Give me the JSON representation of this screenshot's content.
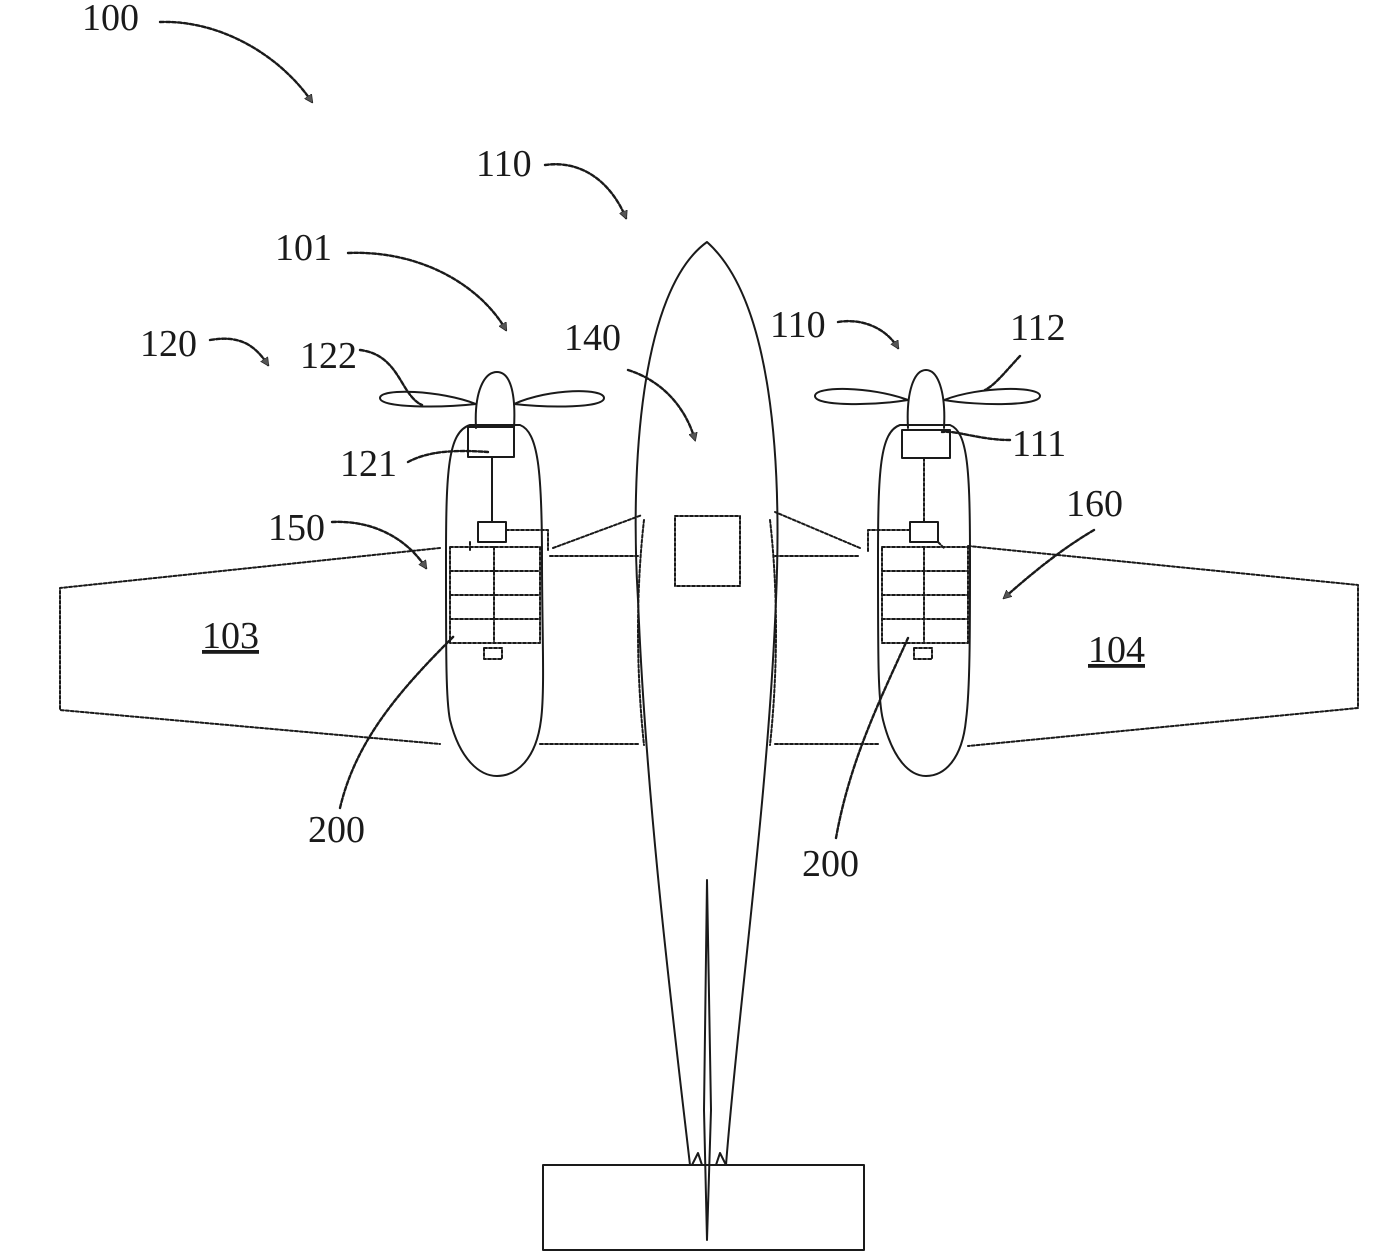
{
  "diagram": {
    "labels": {
      "aircraft": "100",
      "propulsion_system": "101",
      "left_wing": "103",
      "right_wing": "104",
      "fuselage_ref": "110",
      "right_engine": "110",
      "right_motor": "111",
      "right_propeller": "112",
      "left_engine": "120",
      "left_motor": "121",
      "left_propeller": "122",
      "fuselage": "140",
      "left_assembly": "150",
      "right_assembly": "160",
      "left_battery": "200",
      "right_battery": "200"
    }
  }
}
